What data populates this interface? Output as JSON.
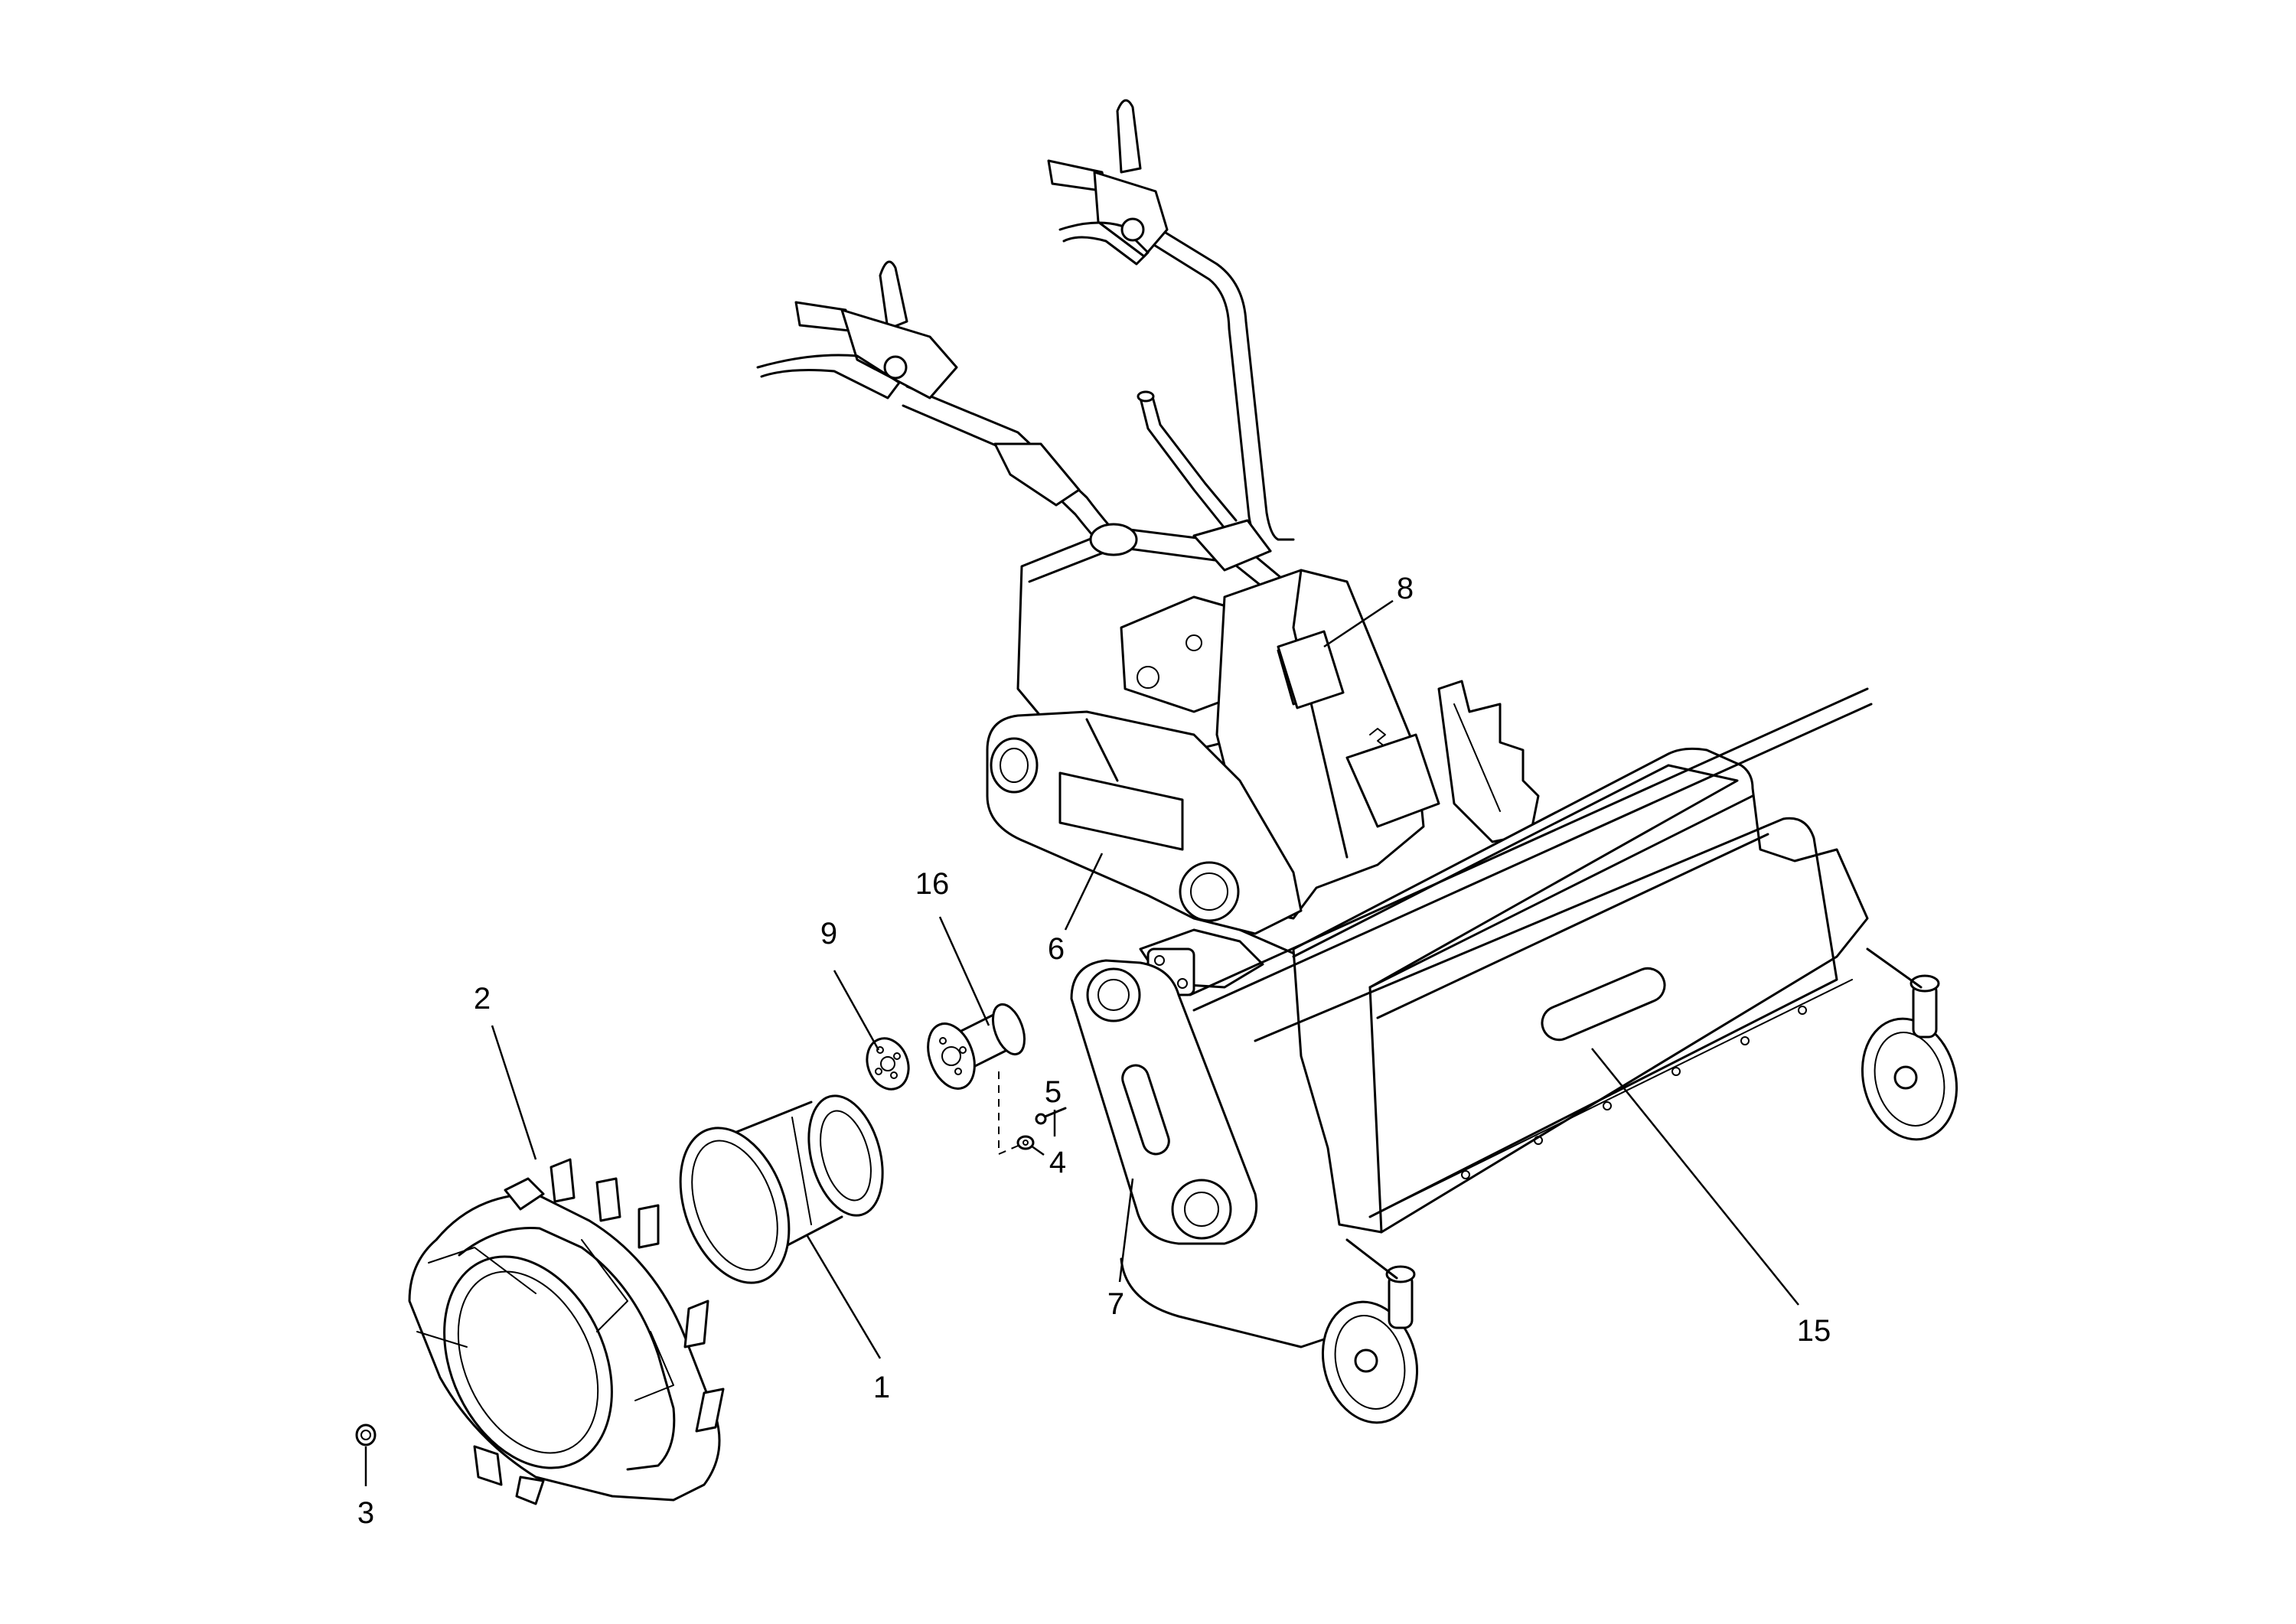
{
  "callouts": [
    {
      "id": "1",
      "label": "1"
    },
    {
      "id": "2",
      "label": "2"
    },
    {
      "id": "3",
      "label": "3"
    },
    {
      "id": "4",
      "label": "4"
    },
    {
      "id": "5",
      "label": "5"
    },
    {
      "id": "6",
      "label": "6"
    },
    {
      "id": "7",
      "label": "7"
    },
    {
      "id": "8",
      "label": "8"
    },
    {
      "id": "9",
      "label": "9"
    },
    {
      "id": "15",
      "label": "15"
    },
    {
      "id": "16",
      "label": "16"
    }
  ],
  "colors": {
    "line": "#000000",
    "background": "#ffffff"
  }
}
